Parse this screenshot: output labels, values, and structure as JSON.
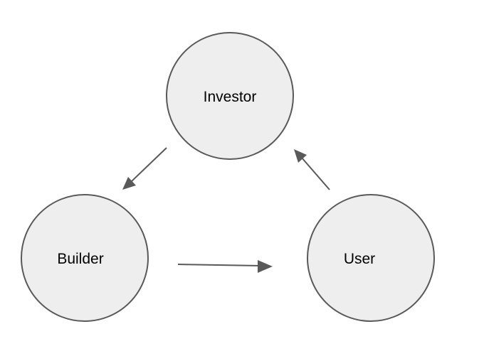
{
  "diagram": {
    "nodes": [
      {
        "id": "investor",
        "label": "Investor"
      },
      {
        "id": "builder",
        "label": "Builder"
      },
      {
        "id": "user",
        "label": "User"
      }
    ],
    "edges": [
      {
        "from": "investor",
        "to": "builder"
      },
      {
        "from": "builder",
        "to": "user"
      },
      {
        "from": "user",
        "to": "investor"
      }
    ],
    "colors": {
      "node_fill": "#eeeeee",
      "node_stroke": "#595959",
      "arrow": "#595959",
      "text": "#000000"
    }
  }
}
